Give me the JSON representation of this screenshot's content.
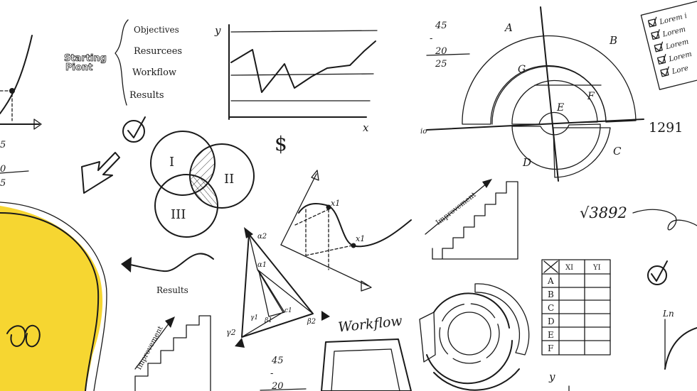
{
  "colors": {
    "ink": "#1a1a1a",
    "bulb": "#f5d21b",
    "background": "#ffffff"
  },
  "icons": [
    "lightbulb-icon",
    "checkmark-icon",
    "arrow-icon",
    "venn-diagram-icon",
    "staircase-icon",
    "target-icon",
    "dollar-icon"
  ],
  "plan": {
    "starting_point": "Starting Piont",
    "items": [
      "Objectives",
      "Resurcees",
      "Workflow",
      "Results"
    ]
  },
  "axes": {
    "y": "y",
    "x": "x",
    "y_bottom": "y"
  },
  "dollar": "$",
  "fractions": {
    "top_num": "45",
    "dash": "-",
    "top_mid": "20",
    "top_den": "25",
    "bottom_num": "45",
    "bottom_den": "20",
    "left_a": "5",
    "left_b": "0",
    "left_c": "5"
  },
  "circle_letters": {
    "a": "A",
    "b": "B",
    "c": "C",
    "d": "D",
    "e": "E",
    "f": "F",
    "g": "G",
    "io": "io"
  },
  "number": "1291",
  "sqrt": "√3892",
  "checklist": [
    "Lorem i",
    "Lorem",
    "Lorem",
    "Lorem",
    "Lore"
  ],
  "venn": [
    "I",
    "II",
    "III"
  ],
  "curve_labels": [
    "x1",
    "x1"
  ],
  "triangle": {
    "a2": "α2",
    "a1": "α1",
    "b1": "β1",
    "c1": "c1",
    "g1": "γ1",
    "g2": "γ2",
    "b2": "β2"
  },
  "words": {
    "results": "Results",
    "improvement_top": "Improvement",
    "improvement_bottom": "Improvement",
    "workflow": "Workflow",
    "ln": "Ln"
  },
  "table": {
    "head": [
      "XI",
      "YI"
    ],
    "rows": [
      "A",
      "B",
      "C",
      "D",
      "E",
      "F"
    ]
  }
}
